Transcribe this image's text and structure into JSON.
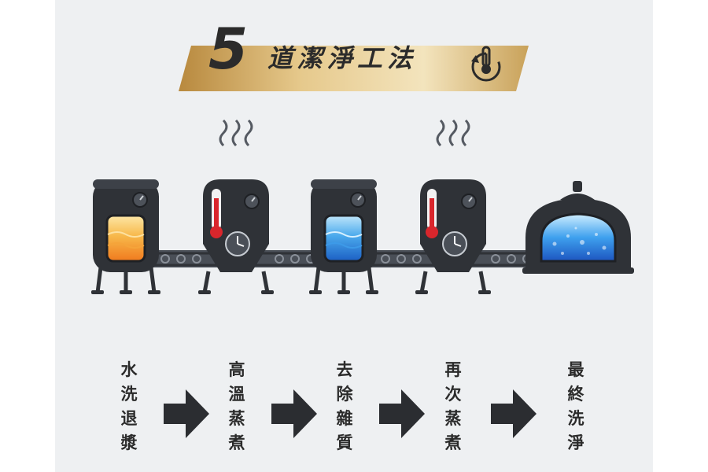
{
  "banner": {
    "number": "5",
    "title": "道潔淨工法",
    "icon": "thermometer-cycle-icon"
  },
  "steps": [
    {
      "label": "水\n洗\n退\n漿",
      "machine": "tank-orange-liquid"
    },
    {
      "label": "高\n溫\n蒸\n煮",
      "machine": "steamer-heated"
    },
    {
      "label": "去\n除\n雜\n質",
      "machine": "tank-blue-liquid"
    },
    {
      "label": "再\n次\n蒸\n煮",
      "machine": "steamer-heated"
    },
    {
      "label": "最\n終\n洗\n淨",
      "machine": "washing-drum"
    }
  ],
  "colors": {
    "banner_gold": "#c9a25a",
    "machine_dark": "#2f3237",
    "thermometer_red": "#d9262c",
    "liquid_orange": "#f29b2c",
    "liquid_blue": "#2f8fe0",
    "text": "#2b2b2b",
    "panel_bg": "#eef0f2"
  }
}
